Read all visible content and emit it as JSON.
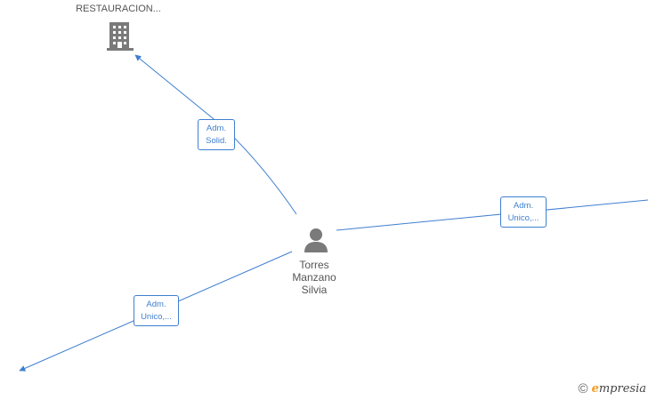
{
  "nodes": {
    "company": {
      "label": "RESTAURACION...",
      "icon": "building-icon"
    },
    "person": {
      "label_lines": [
        "Torres",
        "Manzano",
        "Silvia"
      ],
      "icon": "person-icon"
    }
  },
  "edges": [
    {
      "id": "edge-company",
      "label_lines": [
        "Adm.",
        "Solid."
      ]
    },
    {
      "id": "edge-right",
      "label_lines": [
        "Adm.",
        "Unico,..."
      ]
    },
    {
      "id": "edge-lower-left",
      "label_lines": [
        "Adm.",
        "Unico,..."
      ]
    }
  ],
  "watermark": {
    "copyright": "©",
    "brand_initial": "e",
    "brand_rest": "mpresia"
  },
  "colors": {
    "edge": "#3f7fd0",
    "icon": "#7a7a7a",
    "text": "#555555",
    "brand": "#f59a1b"
  }
}
